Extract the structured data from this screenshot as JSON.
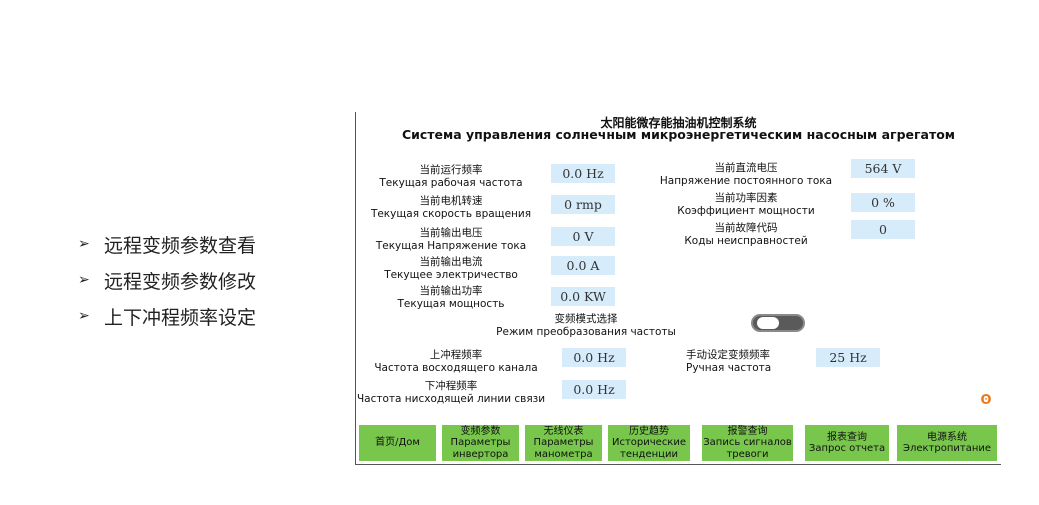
{
  "bullets": [
    "远程变频参数查看",
    "远程变频参数修改",
    "上下冲程频率设定"
  ],
  "header": {
    "title_cn": "太阳能微存能抽油机控制系统",
    "title_ru": "Система управления солнечным микроэнергетическим насосным агрегатом"
  },
  "left_params": [
    {
      "cn": "当前运行频率",
      "ru": "Текущая рабочая частота",
      "value": "0.0 Hz"
    },
    {
      "cn": "当前电机转速",
      "ru": "Текущая скорость вращения",
      "value": "0 rmp"
    },
    {
      "cn": "当前输出电压",
      "ru": "Текущая Напряжение тока",
      "value": "0 V"
    },
    {
      "cn": "当前输出电流",
      "ru": "Текущее электричество",
      "value": "0.0 A"
    },
    {
      "cn": "当前输出功率",
      "ru": "Текущая мощность",
      "value": "0.0 KW"
    }
  ],
  "right_params": [
    {
      "cn": "当前直流电压",
      "ru": "Напряжение постоянного тока",
      "value": "564 V"
    },
    {
      "cn": "当前功率因素",
      "ru": "Коэффициент мощности",
      "value": "0 %"
    },
    {
      "cn": "当前故障代码",
      "ru": "Коды неисправностей",
      "value": "0"
    }
  ],
  "mode": {
    "cn": "变频模式选择",
    "ru": "Режим преобразования частоты",
    "state": "off"
  },
  "stroke": {
    "up": {
      "cn": "上冲程频率",
      "ru": "Частота восходящего канала",
      "value": "0.0 Hz"
    },
    "down": {
      "cn": "下冲程频率",
      "ru": "Частота нисходящей линии связи",
      "value": "0.0 Hz"
    },
    "manual": {
      "cn": "手动设定变频频率",
      "ru": "Ручная частота",
      "value": "25 Hz"
    }
  },
  "nav": [
    {
      "lines": [
        "首页/Дом"
      ]
    },
    {
      "lines": [
        "变频参数",
        "Параметры",
        "инвертора"
      ]
    },
    {
      "lines": [
        "无线仪表",
        "Параметры",
        "манометра"
      ]
    },
    {
      "lines": [
        "历史趋势",
        "Исторические",
        "тенденции"
      ]
    },
    {
      "lines": [
        "报警查询",
        "Запись сигналов",
        "тревоги"
      ]
    },
    {
      "lines": [
        "报表查询",
        "Запрос отчета"
      ]
    },
    {
      "lines": [
        "电源系统",
        "Электропитание"
      ]
    }
  ],
  "colors": {
    "nav_bg": "#78c64c",
    "value_bg": "#d6ecfa",
    "toggle_bg": "#5a5a5a",
    "logo": "#e87a1c"
  },
  "icons": {
    "bullet": "arrow-right-icon",
    "logo": "brand-logo-icon"
  }
}
